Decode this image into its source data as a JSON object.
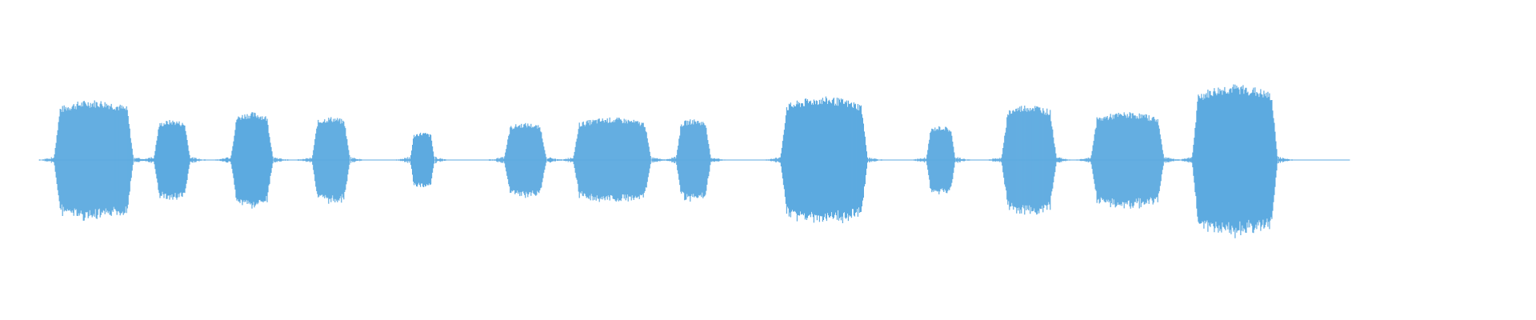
{
  "waveform": {
    "color": "#5DAAE0",
    "description_name": "audio-waveform",
    "segments": [
      {
        "start": 0.035,
        "end": 0.087,
        "amplitude": 0.78
      },
      {
        "start": 0.1,
        "end": 0.124,
        "amplitude": 0.52
      },
      {
        "start": 0.15,
        "end": 0.178,
        "amplitude": 0.62
      },
      {
        "start": 0.203,
        "end": 0.228,
        "amplitude": 0.56
      },
      {
        "start": 0.267,
        "end": 0.283,
        "amplitude": 0.36
      },
      {
        "start": 0.328,
        "end": 0.356,
        "amplitude": 0.48
      },
      {
        "start": 0.373,
        "end": 0.424,
        "amplitude": 0.55
      },
      {
        "start": 0.44,
        "end": 0.463,
        "amplitude": 0.53
      },
      {
        "start": 0.508,
        "end": 0.565,
        "amplitude": 0.82
      },
      {
        "start": 0.603,
        "end": 0.622,
        "amplitude": 0.44
      },
      {
        "start": 0.652,
        "end": 0.688,
        "amplitude": 0.72
      },
      {
        "start": 0.71,
        "end": 0.758,
        "amplitude": 0.62
      },
      {
        "start": 0.776,
        "end": 0.832,
        "amplitude": 0.98
      }
    ]
  }
}
